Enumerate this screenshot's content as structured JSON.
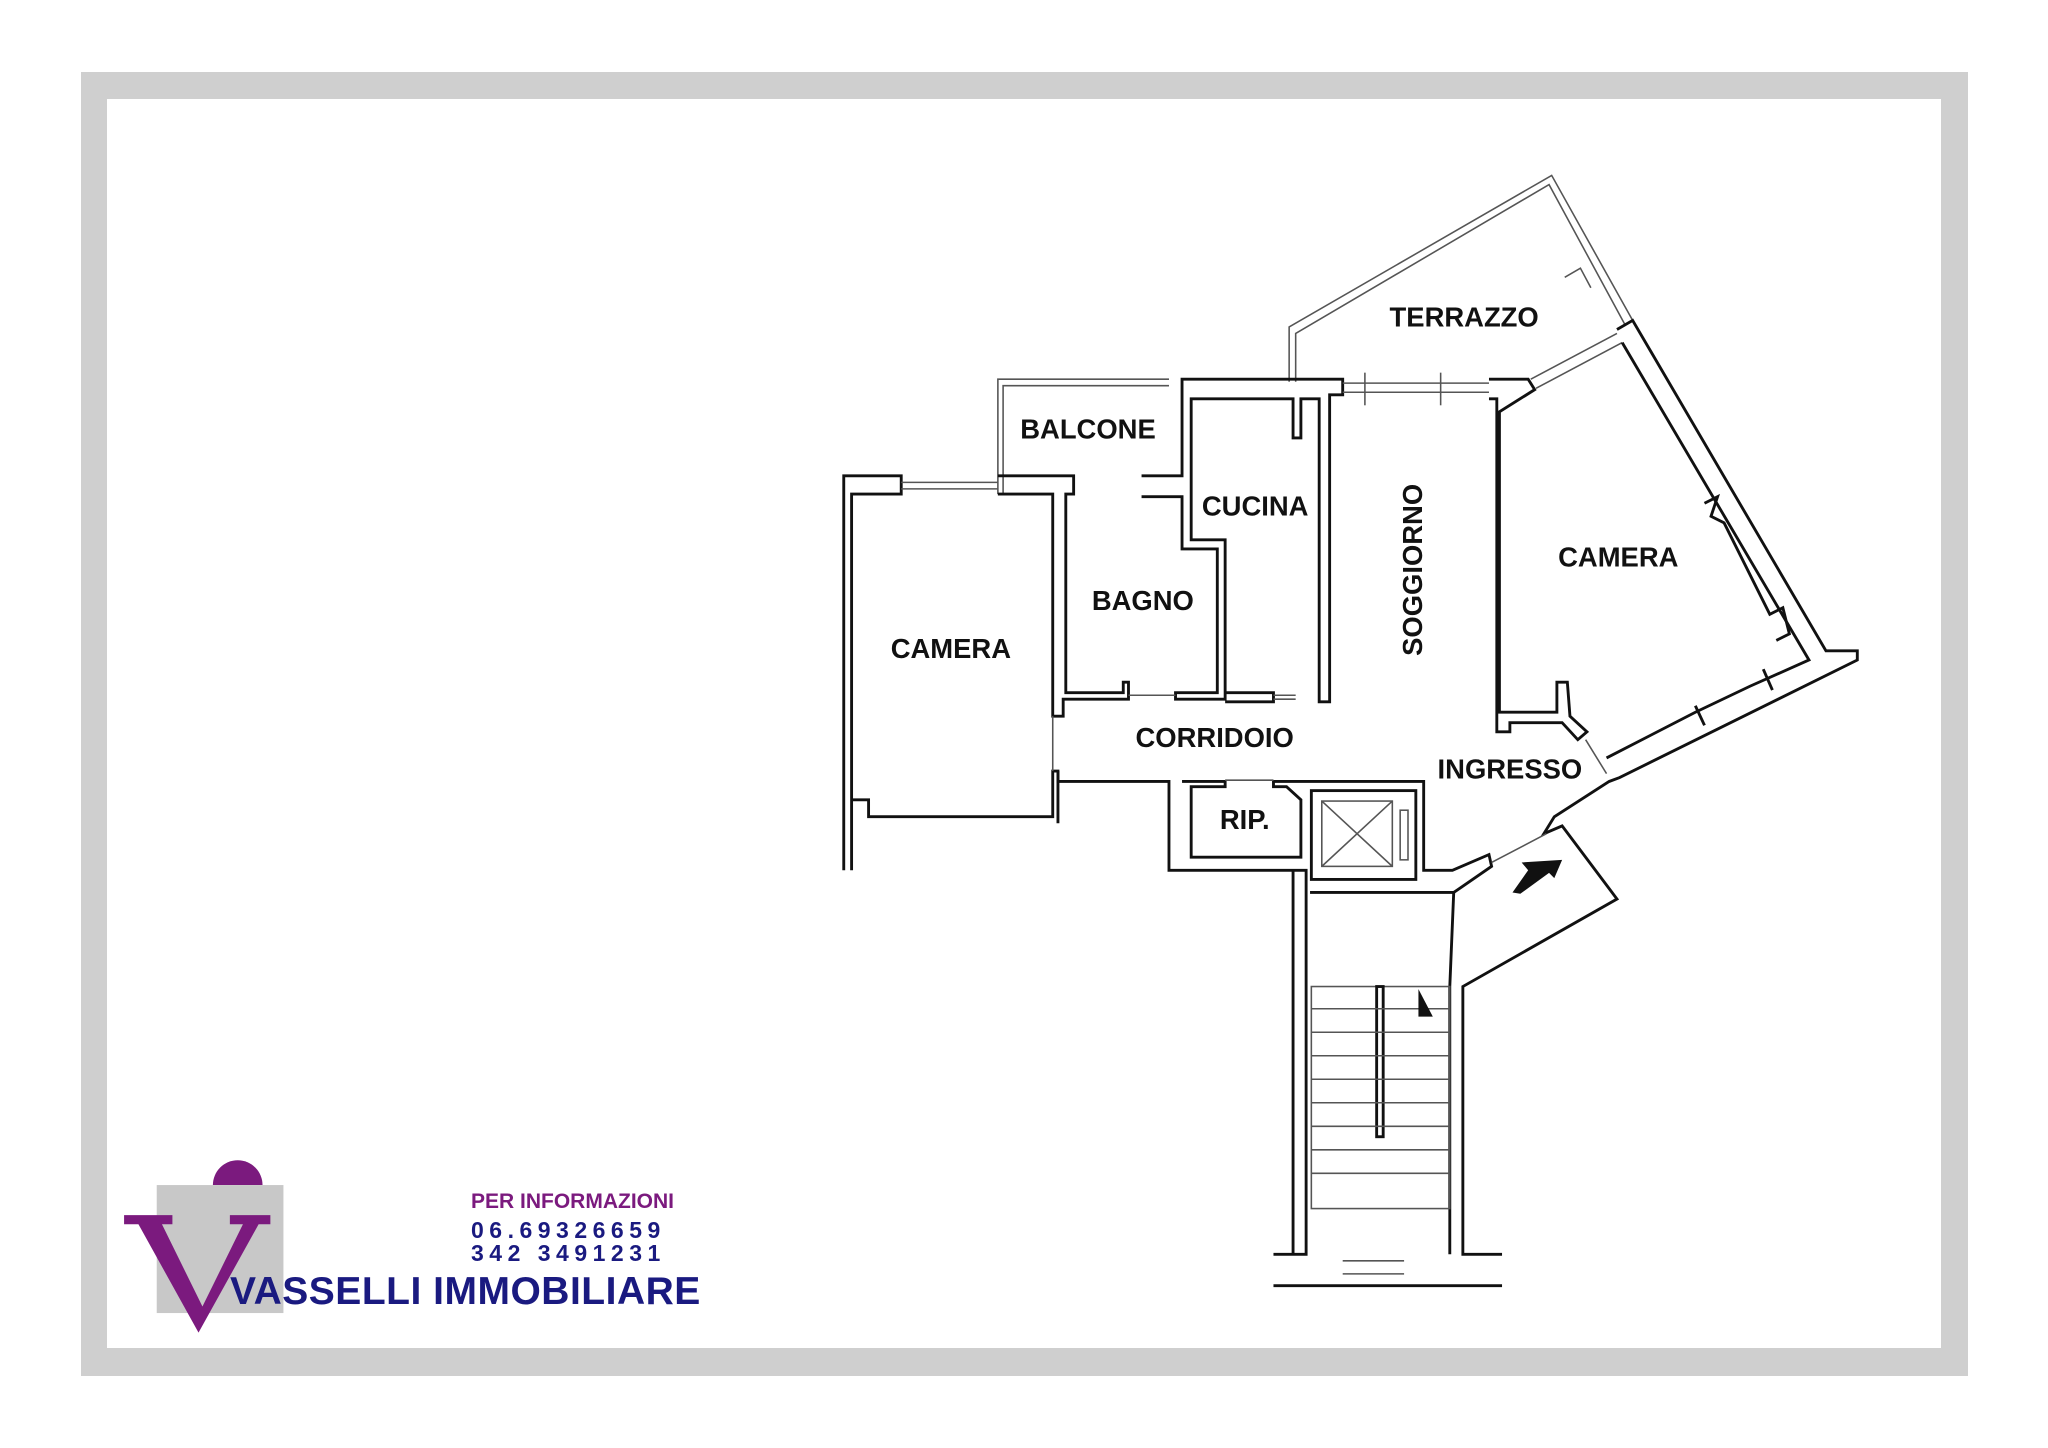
{
  "floorplan": {
    "rooms": {
      "terrazzo": "TERRAZZO",
      "balcone": "BALCONE",
      "cucina": "CUCINA",
      "soggiorno": "SOGGIORNO",
      "camera_right": "CAMERA",
      "bagno": "BAGNO",
      "camera_left": "CAMERA",
      "corridoio": "CORRIDOIO",
      "ingresso": "INGRESSO",
      "ripostiglio": "RIP."
    }
  },
  "logo": {
    "info_label": "PER INFORMAZIONI",
    "phone_1": "06.69326659",
    "phone_2": "342 3491231",
    "company": "VASSELLI IMMOBILIARE",
    "colors": {
      "purple": "#7b1a7e",
      "navy": "#1a1a80",
      "gray": "#c8c8c8"
    }
  }
}
